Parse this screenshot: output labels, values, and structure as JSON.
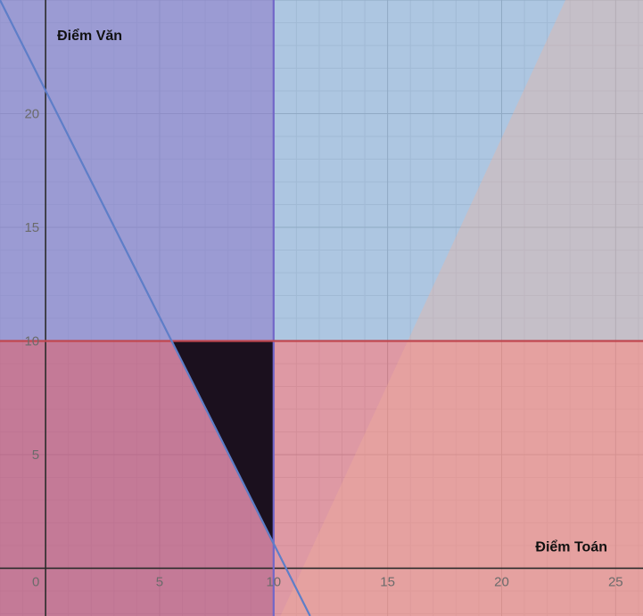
{
  "chart_data": {
    "type": "area",
    "title": "",
    "xlabel": "Điểm Toán",
    "ylabel": "Điểm Văn",
    "xlim": [
      -2,
      26.2
    ],
    "ylim": [
      -2.1,
      25
    ],
    "grid": true,
    "x_ticks": [
      {
        "value": 0,
        "label": "0"
      },
      {
        "value": 5,
        "label": "5"
      },
      {
        "value": 10,
        "label": "10"
      },
      {
        "value": 15,
        "label": "15"
      },
      {
        "value": 20,
        "label": "20"
      },
      {
        "value": 25,
        "label": "25"
      }
    ],
    "y_ticks": [
      {
        "value": 5,
        "label": "5"
      },
      {
        "value": 10,
        "label": "10"
      },
      {
        "value": 15,
        "label": "15"
      },
      {
        "value": 20,
        "label": "20"
      }
    ],
    "regions": [
      {
        "id": "blue",
        "color": "#5b8ec4",
        "opacity": 0.5,
        "points": [
          [
            -2,
            10
          ],
          [
            26.2,
            10
          ],
          [
            26.2,
            25
          ],
          [
            -2,
            25
          ]
        ]
      },
      {
        "id": "purple",
        "color": "#8d78c9",
        "opacity": 0.55,
        "points": [
          [
            -2,
            -2.1
          ],
          [
            10,
            -2.1
          ],
          [
            10,
            25
          ],
          [
            -2,
            25
          ]
        ]
      },
      {
        "id": "red",
        "color": "#c64f62",
        "opacity": 0.58,
        "points": [
          [
            -2,
            -2.1
          ],
          [
            26.2,
            -2.1
          ],
          [
            26.2,
            10
          ],
          [
            -2,
            10
          ]
        ]
      },
      {
        "id": "peach",
        "color": "#f4b39c",
        "opacity": 0.35,
        "points": [
          [
            10.3,
            -2.1
          ],
          [
            26.2,
            -2.1
          ],
          [
            26.2,
            25
          ],
          [
            22.8,
            25
          ]
        ]
      }
    ],
    "feasible_region": {
      "color": "#1b101e",
      "points": [
        [
          5.5,
          10
        ],
        [
          10,
          10
        ],
        [
          10,
          1
        ]
      ]
    },
    "lines": [
      {
        "id": "x-boundary",
        "color": "#7266c8",
        "points": [
          [
            10,
            -2.1
          ],
          [
            10,
            25
          ]
        ]
      },
      {
        "id": "y-boundary",
        "color": "#c0474f",
        "points": [
          [
            -2,
            10
          ],
          [
            26.2,
            10
          ]
        ]
      },
      {
        "id": "diagonal-boundary",
        "color": "#5e7ec8",
        "points": [
          [
            -2,
            25
          ],
          [
            11.6,
            -2.1
          ]
        ]
      }
    ]
  }
}
